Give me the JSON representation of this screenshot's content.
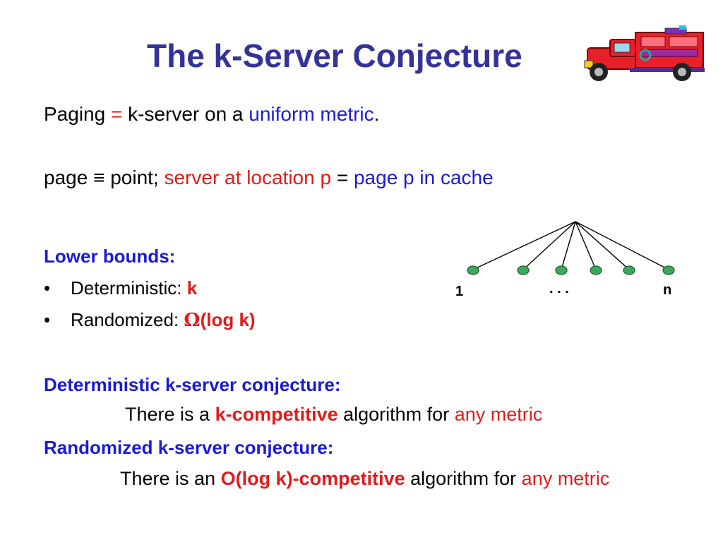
{
  "title": "The k-Server Conjecture",
  "line1": {
    "a": "Paging ",
    "eq": "=",
    "b": " k-server on a ",
    "c": "uniform metric",
    "d": "."
  },
  "line2": {
    "a": "page ",
    "equiv": "≡",
    "b": " point; ",
    "c": "server at location p",
    "eq": " = ",
    "d": " page p in cache"
  },
  "lower_bounds": {
    "heading": "Lower bounds:",
    "items": [
      {
        "bullet": "•",
        "label": "Deterministic: ",
        "value": "k"
      },
      {
        "bullet": "•",
        "label": "Randomized:  ",
        "omega": "Ω",
        "value": "(log k)"
      }
    ]
  },
  "det_conjecture": {
    "heading": "Deterministic k-server conjecture:",
    "a": "There is a ",
    "b": "k-competitive",
    "c": " algorithm for ",
    "d": "any metric"
  },
  "rand_conjecture": {
    "heading": "Randomized k-server conjecture:",
    "a": "There is an ",
    "b": "O(log k)-competitive",
    "c": " algorithm for ",
    "d": "any metric"
  },
  "diagram": {
    "label_first": "1",
    "label_dots": ". . .",
    "label_last": "n"
  },
  "colors": {
    "title": "#333399",
    "blue": "#1a1ad6",
    "red": "#e31a1a",
    "node": "#3caa5a"
  }
}
